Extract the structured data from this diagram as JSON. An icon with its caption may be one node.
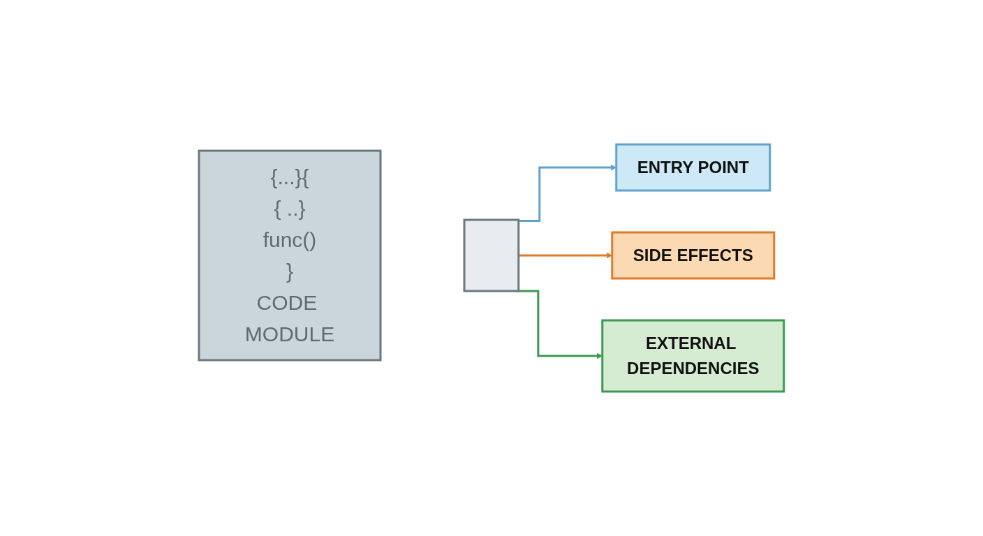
{
  "diagram": {
    "nodes": [
      {
        "text": [
          "{...}{",
          "{ ..}",
          "func()",
          "}",
          "CODE MODULE"
        ]
      },
      {
        "text": [],
        "shape": "box"
      },
      {
        "text": [
          "ENTRY POINT"
        ]
      },
      {
        "text": [
          "SIDE EFFECTS"
        ]
      },
      {
        "text": [
          "EXTERNAL DEPENDENCIES"
        ]
      }
    ],
    "edges": [
      {
        "from": 1,
        "to": 2,
        "arrow": "to",
        "color": "#5fa3cc"
      },
      {
        "from": 1,
        "to": 3,
        "arrow": "to",
        "color": "#e07b2a"
      },
      {
        "from": 1,
        "to": 4,
        "arrow": "to",
        "color": "#3a9a4e"
      }
    ]
  }
}
